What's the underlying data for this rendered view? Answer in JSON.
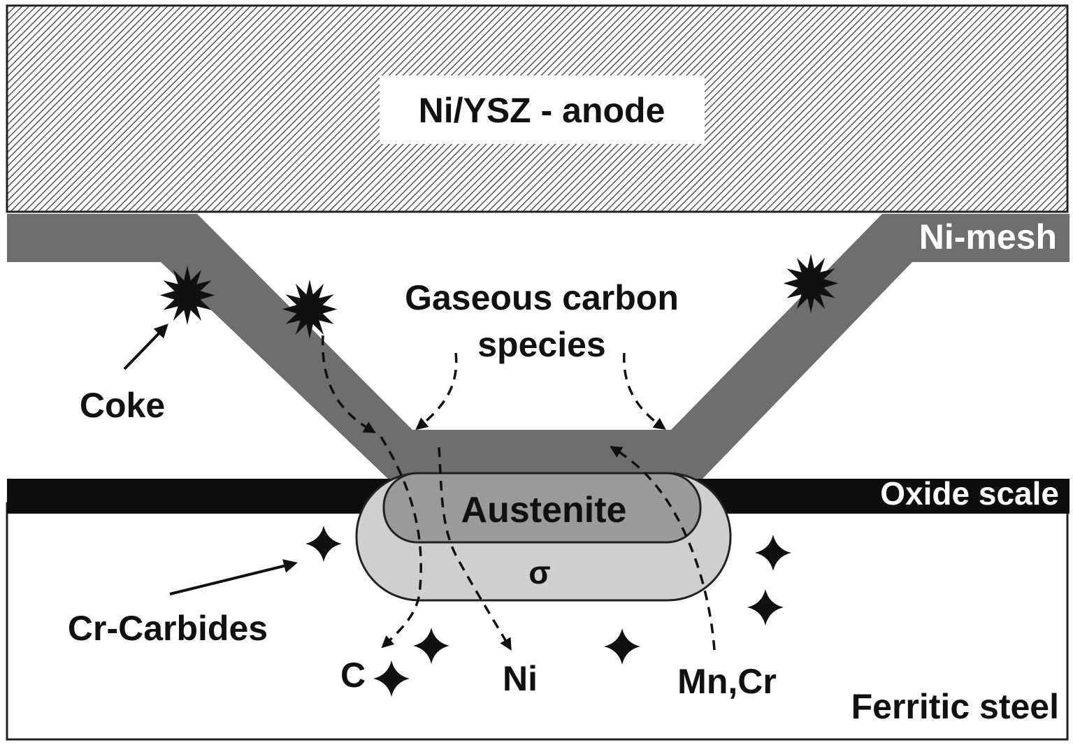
{
  "labels": {
    "anode": "Ni/YSZ - anode",
    "ni_mesh": "Ni-mesh",
    "gaseous_carbon": "Gaseous carbon",
    "species": "species",
    "coke": "Coke",
    "oxide_scale": "Oxide scale",
    "austenite": "Austenite",
    "sigma": "σ",
    "cr_carbides": "Cr-Carbides",
    "c": "C",
    "ni": "Ni",
    "mn_cr": "Mn,Cr",
    "ferritic_steel": "Ferritic steel"
  },
  "colors": {
    "anode_hatch": "#555555",
    "ni_mesh": "#6e6e6e",
    "oxide_scale": "#0d0d0d",
    "austenite": "#9a9a9a",
    "sigma": "#cfcfcf",
    "markers": "#111111"
  }
}
